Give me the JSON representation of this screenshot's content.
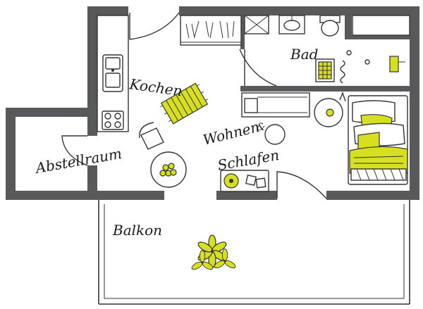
{
  "plan": {
    "rooms": {
      "kitchen": "Kochen",
      "bath": "Bad",
      "living_a": "Wohnen",
      "living_amp": "&",
      "living_b": "Schlafen",
      "storage": "Abstellraum",
      "balcony": "Balkon"
    },
    "colors": {
      "wall": "#58595b",
      "accent": "#d7df23",
      "line": "#333333",
      "background": "#ffffff"
    }
  }
}
